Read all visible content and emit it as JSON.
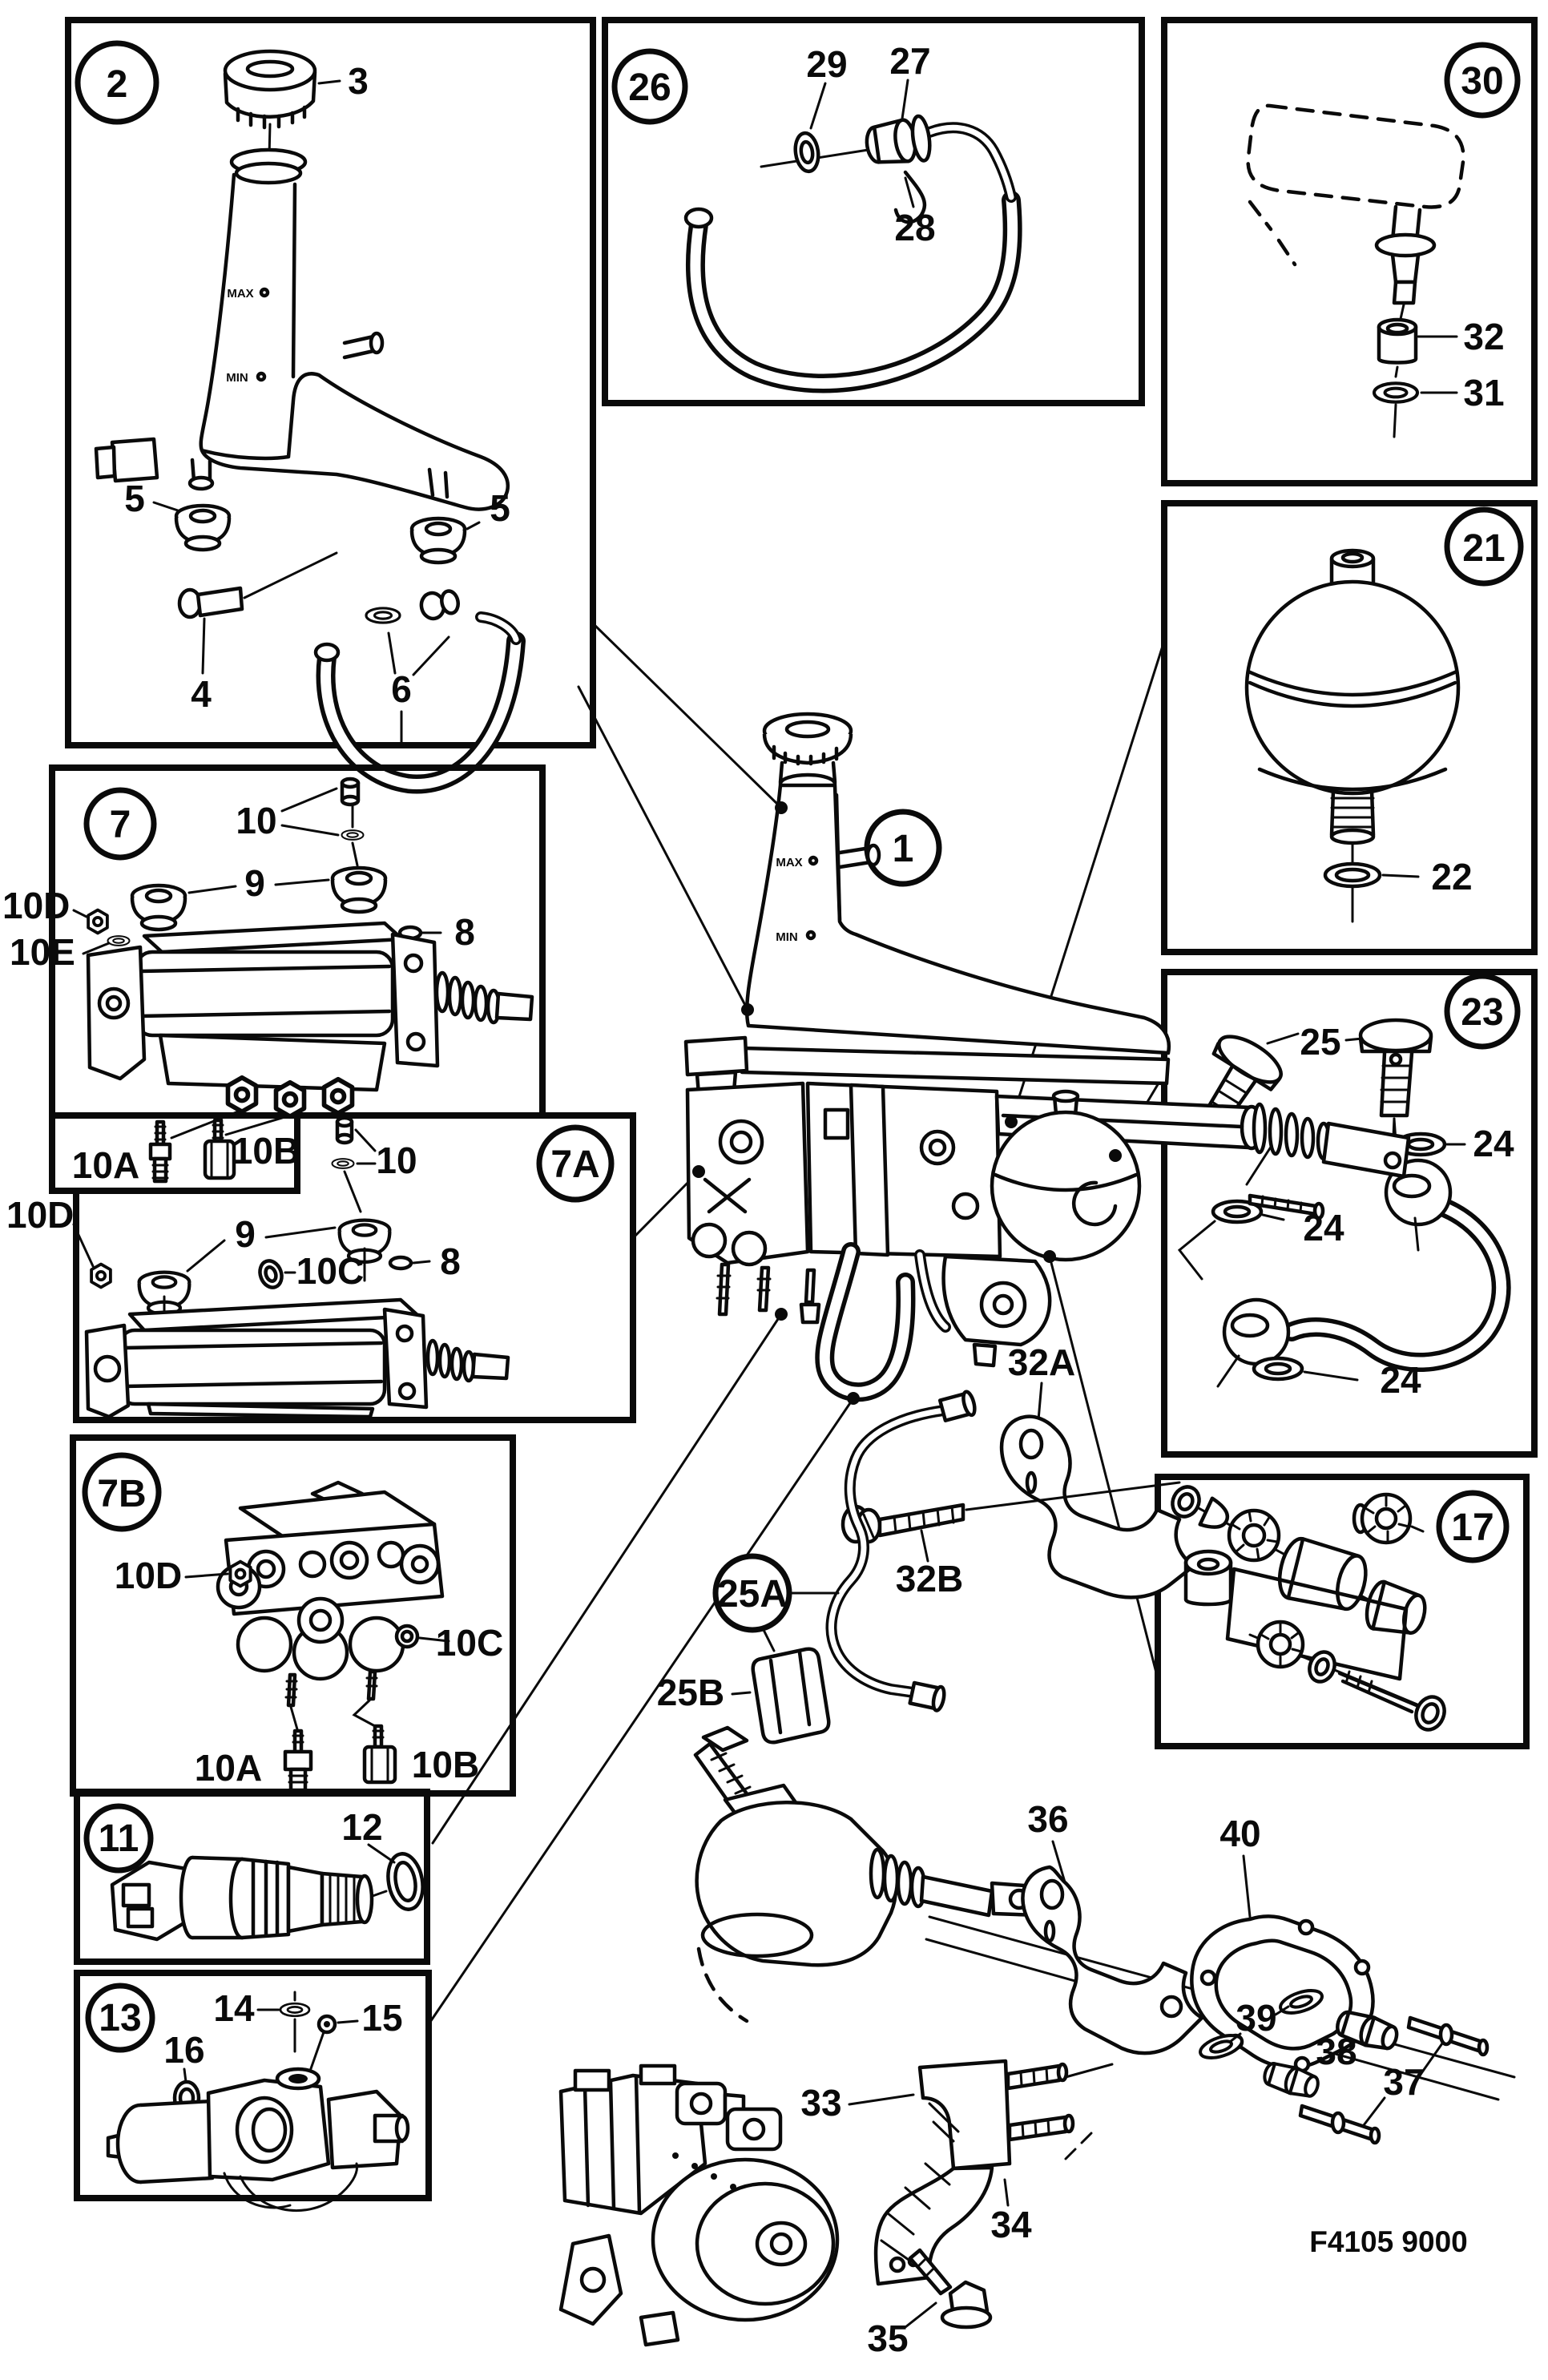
{
  "diagram": {
    "badges": {
      "b1": "1",
      "b2": "2",
      "b7": "7",
      "b7a": "7A",
      "b7b": "7B",
      "b11": "11",
      "b13": "13",
      "b17": "17",
      "b21": "21",
      "b23": "23",
      "b25a": "25A",
      "b26": "26",
      "b30": "30"
    },
    "labels": {
      "p3": "3",
      "p4": "4",
      "p5a": "5",
      "p5b": "5",
      "p6": "6",
      "p27": "27",
      "p28": "28",
      "p29": "29",
      "p31": "31",
      "p32": "32",
      "p22": "22",
      "p24a": "24",
      "p24b": "24",
      "p24c": "24",
      "p25": "25",
      "p7_10": "10",
      "p7_9": "9",
      "p7_8": "8",
      "p7_10d": "10D",
      "p7_10e": "10E",
      "p7_10a": "10A",
      "p7_10b": "10B",
      "p7a_10": "10",
      "p7a_9": "9",
      "p7a_8": "8",
      "p7a_10c": "10C",
      "p7a_10d": "10D",
      "p7b_10a": "10A",
      "p7b_10b": "10B",
      "p7b_10c": "10C",
      "p7b_10d": "10D",
      "p12": "12",
      "p14": "14",
      "p15": "15",
      "p16": "16",
      "p25b": "25B",
      "p32a": "32A",
      "p32b": "32B",
      "p33": "33",
      "p34": "34",
      "p35": "35",
      "p36": "36",
      "p37": "37",
      "p38": "38",
      "p39": "39",
      "p40": "40",
      "max": "MAX",
      "min": "MIN",
      "figure_code": "F4105 9000"
    }
  }
}
